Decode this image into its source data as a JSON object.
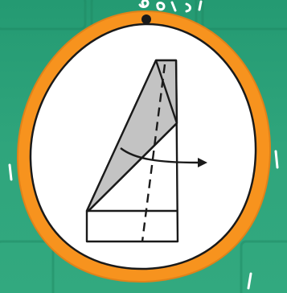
{
  "scene": {
    "type": "origami-instruction-step",
    "background_color": "#2fa57c",
    "frame_color": "#f7931e",
    "card_color": "#ffffff",
    "diagram": {
      "paper_fill": "#ffffff",
      "shaded_flap_fill": "#c3c3c3",
      "line_color": "#1a1a1a",
      "fold_line": "dashed",
      "arrow": "fold-direction",
      "arrow_direction": "right"
    },
    "decorations": [
      "white-doodle-top",
      "white-doodle-left",
      "white-doodle-right",
      "white-doodle-bottom-right",
      "black-pin-dot"
    ]
  }
}
